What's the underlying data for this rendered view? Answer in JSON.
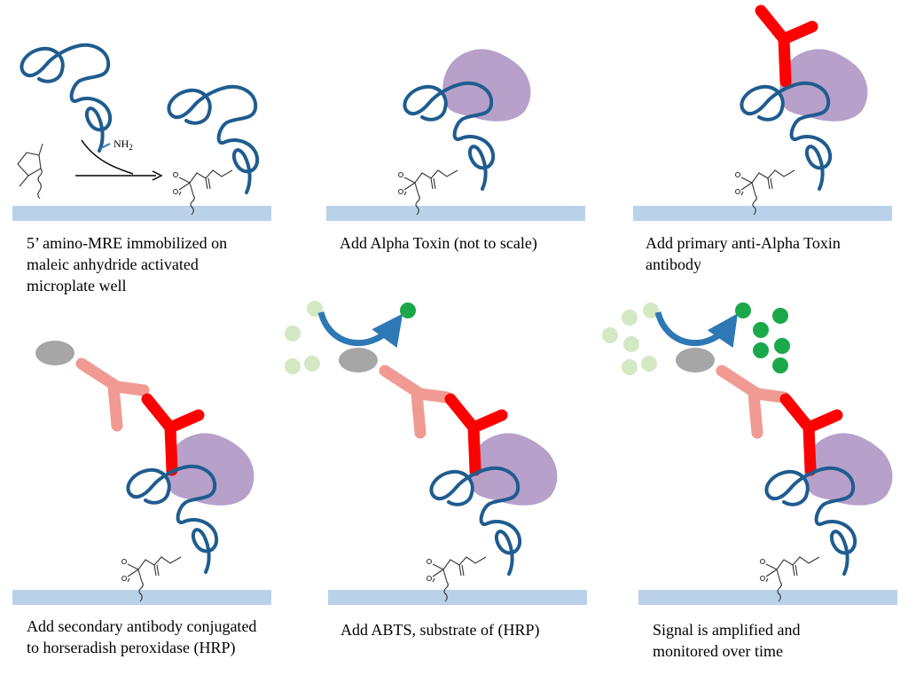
{
  "panels": [
    {
      "caption": "5’ amino-MRE immobilized on maleic anhydride activated microplate well"
    },
    {
      "caption": "Add Alpha Toxin (not to scale)"
    },
    {
      "caption": "Add primary anti-Alpha Toxin antibody"
    },
    {
      "caption": "Add secondary antibody conjugated to horseradish peroxidase (HRP)"
    },
    {
      "caption": "Add ABTS, substrate of (HRP)"
    },
    {
      "caption": "Signal is amplified and monitored over time"
    }
  ],
  "labels": {
    "amine": "NH2"
  },
  "colors": {
    "plate": "#b9d2ea",
    "aptamer": "#1f5c8f",
    "toxin": "#b7a0c9",
    "primary_antibody": "#ff0000",
    "secondary_antibody": "#f09a93",
    "hrp": "#a6a6a6",
    "substrate": "#d4e8c4",
    "product": "#1aa84a",
    "arrow": "#2e78b5"
  }
}
